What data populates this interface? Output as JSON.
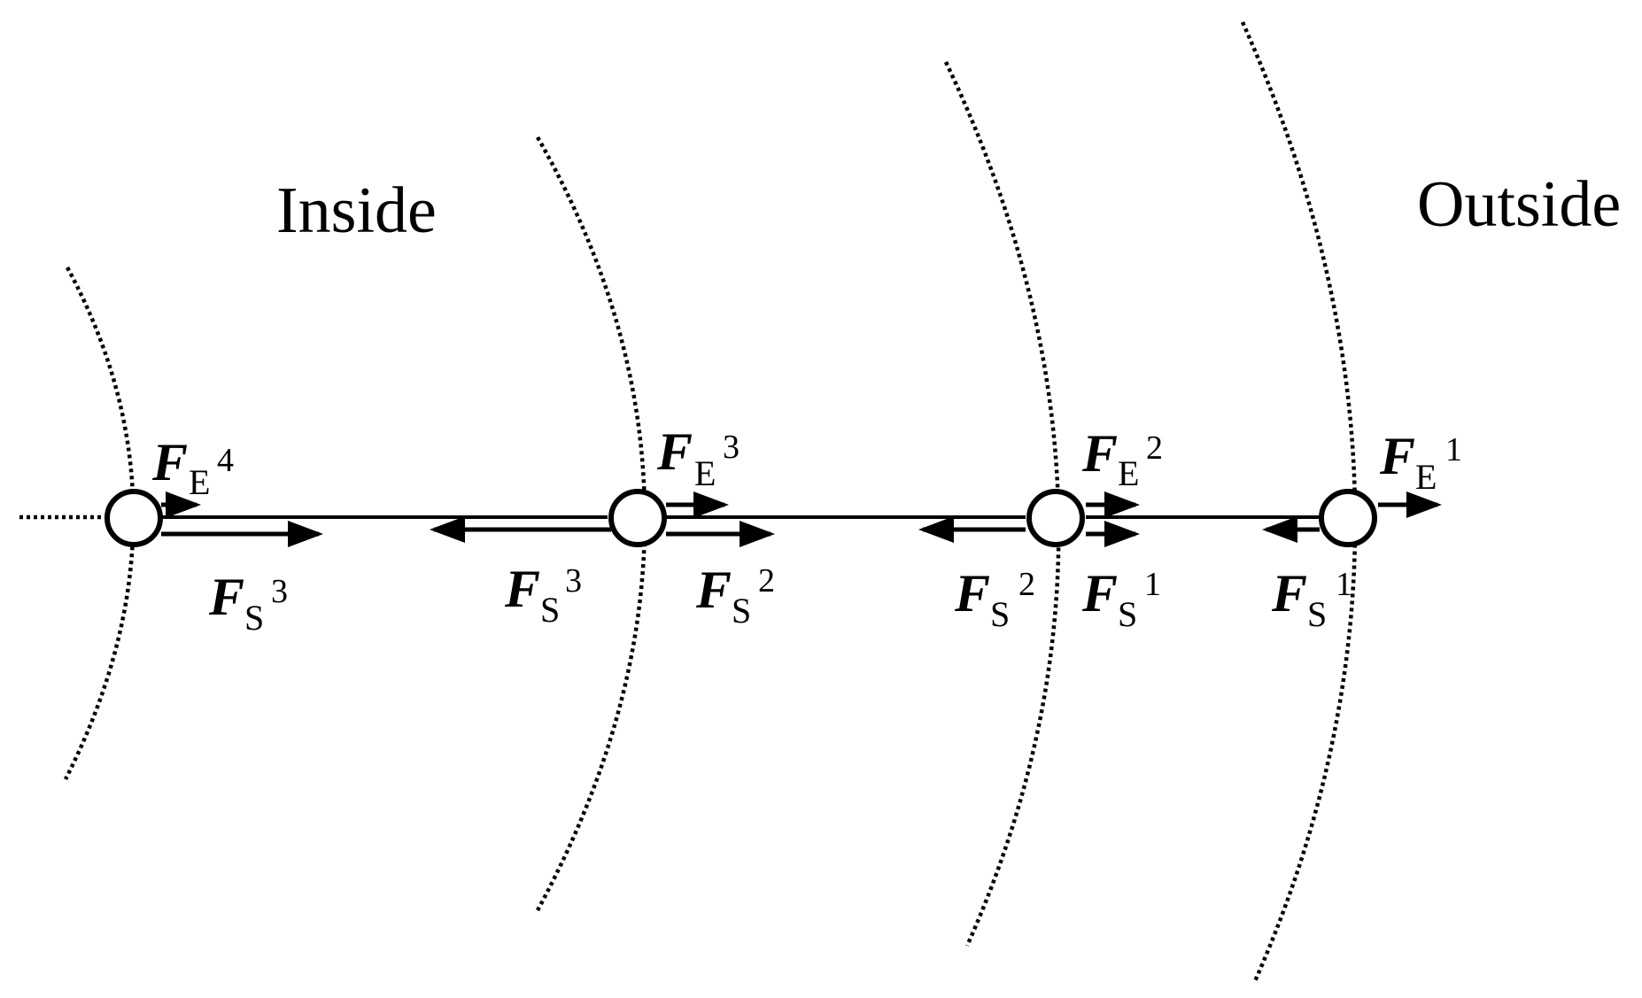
{
  "regions": {
    "inside_label": "Inside",
    "outside_label": "Outside"
  },
  "nodes": [
    {
      "id": "node-1"
    },
    {
      "id": "node-2"
    },
    {
      "id": "node-3"
    },
    {
      "id": "node-4"
    }
  ],
  "forces": {
    "fe4": {
      "symbol": "F",
      "sub": "E",
      "sup": "4"
    },
    "fe3": {
      "symbol": "F",
      "sub": "E",
      "sup": "3"
    },
    "fe2": {
      "symbol": "F",
      "sub": "E",
      "sup": "2"
    },
    "fe1": {
      "symbol": "F",
      "sub": "E",
      "sup": "1"
    },
    "fs3_left": {
      "symbol": "F",
      "sub": "S",
      "sup": "3"
    },
    "fs3_right": {
      "symbol": "F",
      "sub": "S",
      "sup": "3"
    },
    "fs2_left": {
      "symbol": "F",
      "sub": "S",
      "sup": "2"
    },
    "fs2_right": {
      "symbol": "F",
      "sub": "S",
      "sup": "2"
    },
    "fs1_left": {
      "symbol": "F",
      "sub": "S",
      "sup": "1"
    },
    "fs1_right": {
      "symbol": "F",
      "sub": "S",
      "sup": "1"
    }
  }
}
